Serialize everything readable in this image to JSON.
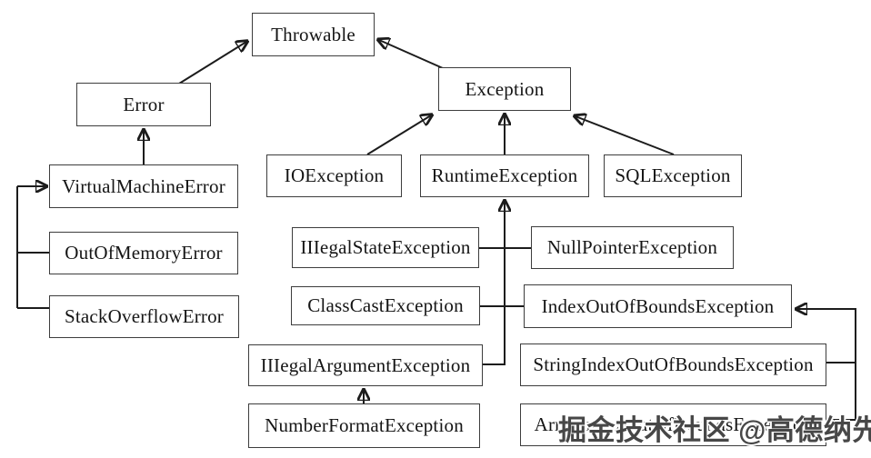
{
  "diagram": {
    "nodes": [
      {
        "id": "throwable",
        "label": "Throwable"
      },
      {
        "id": "error",
        "label": "Error"
      },
      {
        "id": "exception",
        "label": "Exception"
      },
      {
        "id": "virtual_machine_error",
        "label": "VirtualMachineError"
      },
      {
        "id": "io_exception",
        "label": "IOException"
      },
      {
        "id": "runtime_exception",
        "label": "RuntimeException"
      },
      {
        "id": "sql_exception",
        "label": "SQLException"
      },
      {
        "id": "out_of_memory_error",
        "label": "OutOfMemoryError"
      },
      {
        "id": "stack_overflow_error",
        "label": "StackOverflowError"
      },
      {
        "id": "illegal_state_exception",
        "label": "IIIegalStateException"
      },
      {
        "id": "null_pointer_exception",
        "label": "NullPointerException"
      },
      {
        "id": "class_cast_exception",
        "label": "ClassCastException"
      },
      {
        "id": "index_out_of_bounds_exception",
        "label": "IndexOutOfBoundsException"
      },
      {
        "id": "illegal_argument_exception",
        "label": "IIIegalArgumentException"
      },
      {
        "id": "string_index_out_of_bounds_exception",
        "label": "StringIndexOutOfBoundsException"
      },
      {
        "id": "number_format_exception",
        "label": "NumberFormatException"
      },
      {
        "id": "array_index_out_of_bounds_exception",
        "label": "ArrayIndexOutOfBoundsException"
      }
    ],
    "edges": [
      {
        "from": "error",
        "to": "throwable"
      },
      {
        "from": "exception",
        "to": "throwable"
      },
      {
        "from": "virtual_machine_error",
        "to": "error"
      },
      {
        "from": "out_of_memory_error",
        "to": "virtual_machine_error"
      },
      {
        "from": "stack_overflow_error",
        "to": "virtual_machine_error"
      },
      {
        "from": "io_exception",
        "to": "exception"
      },
      {
        "from": "runtime_exception",
        "to": "exception"
      },
      {
        "from": "sql_exception",
        "to": "exception"
      },
      {
        "from": "illegal_state_exception",
        "to": "runtime_exception"
      },
      {
        "from": "null_pointer_exception",
        "to": "runtime_exception"
      },
      {
        "from": "class_cast_exception",
        "to": "runtime_exception"
      },
      {
        "from": "index_out_of_bounds_exception",
        "to": "runtime_exception"
      },
      {
        "from": "illegal_argument_exception",
        "to": "runtime_exception"
      },
      {
        "from": "number_format_exception",
        "to": "illegal_argument_exception"
      },
      {
        "from": "string_index_out_of_bounds_exception",
        "to": "index_out_of_bounds_exception"
      },
      {
        "from": "array_index_out_of_bounds_exception",
        "to": "index_out_of_bounds_exception"
      }
    ],
    "colors": {
      "box_border": "#3d3d3d",
      "line": "#1c1c1c",
      "text": "#151515",
      "watermark": "#474747",
      "background": "#ffffff"
    }
  },
  "watermark": {
    "text": "掘金技术社区 @高德纳先生"
  }
}
